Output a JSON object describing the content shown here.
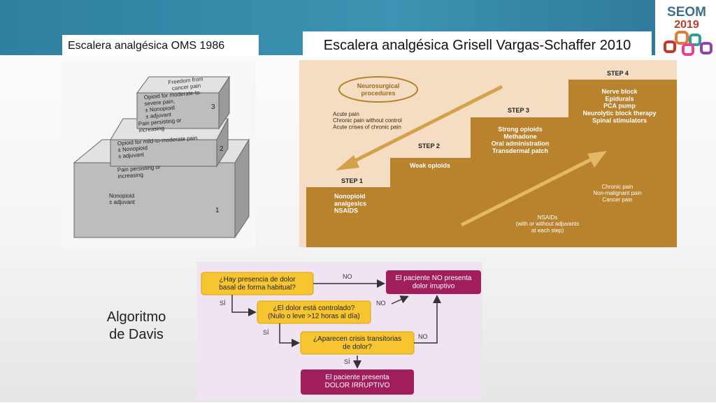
{
  "slide": {
    "oms_title": "Escalera analgésica OMS 1986",
    "grisell_title": "Escalera analgésica Grisell Vargas-Schaffer 2010",
    "davis_label_line1": "Algoritmo",
    "davis_label_line2": "de Davis"
  },
  "logo": {
    "line1": "SEOM",
    "line2": "2019"
  },
  "oms": {
    "top": "Freedom from\ncancer pain",
    "step3_text": "Opioid for moderate-to-\nsevere pain,\n± Nonopioid\n± adjuvant",
    "step3_num": "3",
    "persist2": "Pain persisting or\nincreasing",
    "step2_text": "Opioid for mild-to-moderate pain\n± Nonopioid\n± adjuvant",
    "step2_num": "2",
    "persist1": "Pain persisting or\nincreasing",
    "step1_text": "Nonopioid\n± adjuvant",
    "step1_num": "1"
  },
  "grisell": {
    "neuro": "Neurosurgical\nprocedures",
    "acute": "Acute pain\nChronic pain without control\nAcute crises of chronic pain",
    "step1_title": "STEP 1",
    "step1_text": "Nonopioid\nanalgesics\nNSAIDS",
    "step2_title": "STEP 2",
    "step2_text": "Weak opioids",
    "step3_title": "STEP 3",
    "step3_text": "Strong opioids\nMethadone\nOral administration\nTransdermal patch",
    "step4_title": "STEP 4",
    "step4_text": "Nerve block\nEpidurals\nPCA pump\nNeurolytic block therapy\nSpinal stimulators",
    "chronic": "Chronic pain\nNon-malignant pain\nCancer pain",
    "nsaids": "NSAIDs\n(with or without adjuvants\nat each step)"
  },
  "davis": {
    "q1": "¿Hay presencia de dolor\nbasal de forma habitual?",
    "no1": "NO",
    "out_no": "El paciente NO presenta\ndolor irruptivo",
    "si1": "SÍ",
    "q2": "¿El dolor está controlado?\n(Nulo o leve >12 horas al día)",
    "no2": "NO",
    "si2": "SÍ",
    "q3": "¿Aparecen crisis transitorias\nde dolor?",
    "no3": "NO",
    "si3": "SÍ",
    "out_yes": "El paciente presenta\nDOLOR IRRUPTIVO"
  },
  "colors": {
    "header": "#3c93b2",
    "grisell_step": "#b9822c",
    "grisell_bg": "#f4ddc3",
    "davis_question": "#f7c531",
    "davis_outcome": "#a01e5c",
    "davis_bg": "#f0e4f2"
  }
}
